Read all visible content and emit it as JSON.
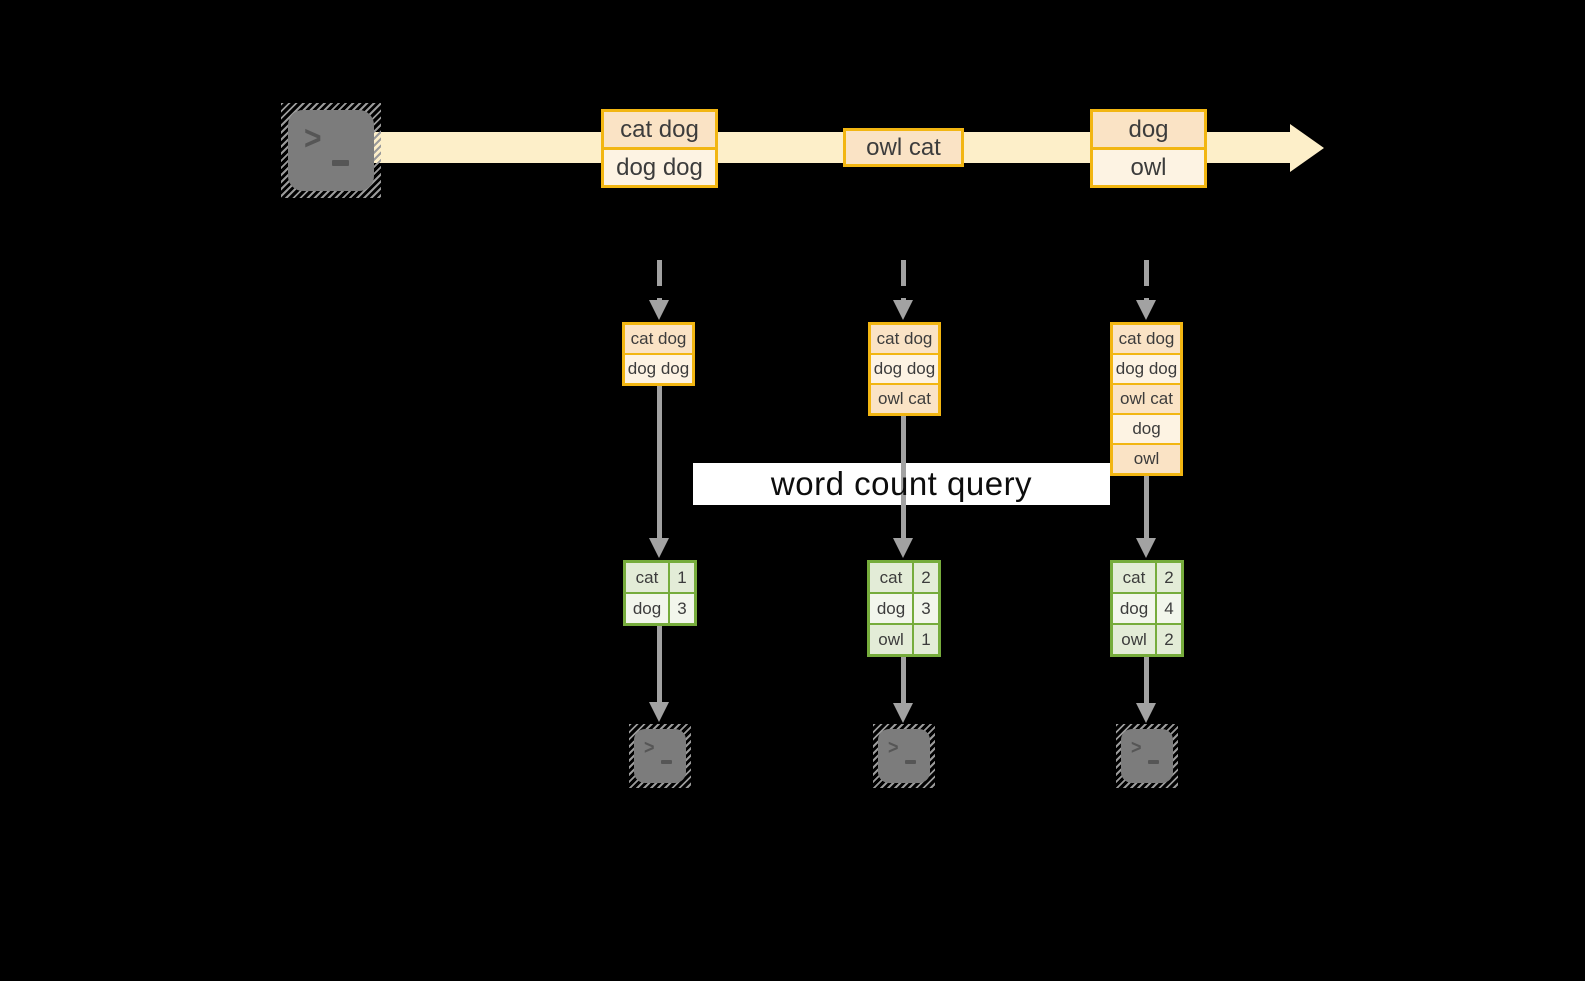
{
  "colors": {
    "background": "#000000",
    "band": "#fdefc9",
    "orange_border": "#f2b612",
    "peach_dark": "#fae3c5",
    "peach_light": "#fdf3e3",
    "green_border": "#76ac3c",
    "green_dark": "#e3ecd7",
    "green_light": "#f2f6ec",
    "arrow_gray": "#a2a2a2",
    "terminal_gray": "#7c7c7c",
    "glyph_gray": "#565656",
    "text": "#3c3c3c",
    "banner_bg": "#ffffff",
    "banner_text": "#0d0d0d"
  },
  "terminal": {
    "chevron": ">"
  },
  "query": {
    "label": "word count query"
  },
  "stream": {
    "events": [
      {
        "rows": [
          "cat dog",
          "dog dog"
        ]
      },
      {
        "rows": [
          "owl cat"
        ]
      },
      {
        "rows": [
          "dog",
          "owl"
        ]
      }
    ]
  },
  "columns": [
    {
      "batch": [
        "cat dog",
        "dog dog"
      ],
      "counts": [
        [
          "cat",
          "1"
        ],
        [
          "dog",
          "3"
        ]
      ]
    },
    {
      "batch": [
        "cat dog",
        "dog dog",
        "owl cat"
      ],
      "counts": [
        [
          "cat",
          "2"
        ],
        [
          "dog",
          "3"
        ],
        [
          "owl",
          "1"
        ]
      ]
    },
    {
      "batch": [
        "cat dog",
        "dog dog",
        "owl cat",
        "dog",
        "owl"
      ],
      "counts": [
        [
          "cat",
          "2"
        ],
        [
          "dog",
          "4"
        ],
        [
          "owl",
          "2"
        ]
      ]
    }
  ]
}
